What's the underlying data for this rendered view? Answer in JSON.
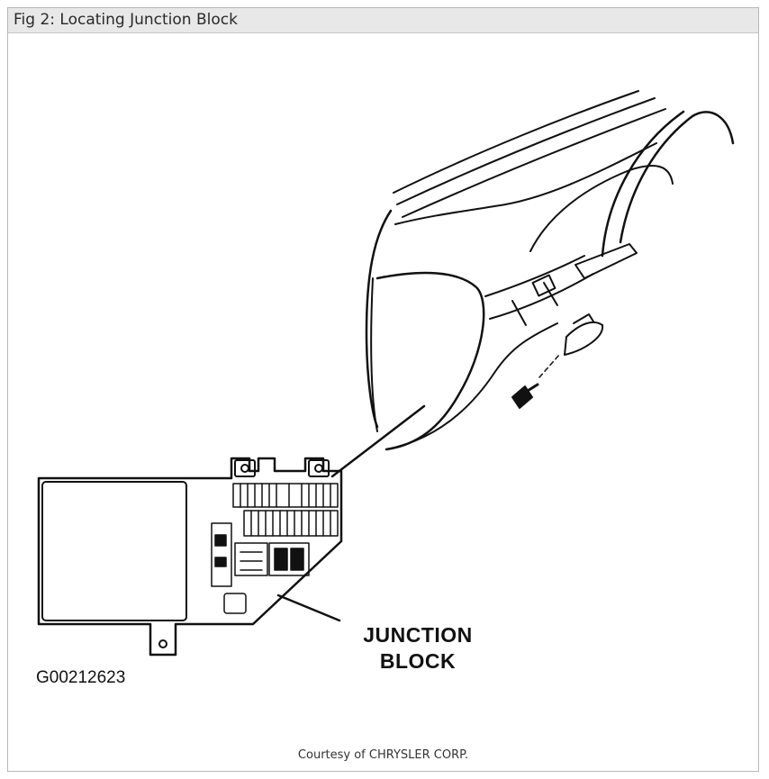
{
  "figure": {
    "title": "Fig 2: Locating Junction Block",
    "id_label": "G00212623",
    "callout": {
      "line1": "JUNCTION",
      "line2": "BLOCK"
    },
    "courtesy": "Courtesy of CHRYSLER CORP."
  },
  "colors": {
    "line": "#111111",
    "title_bar": "#e8e8e8",
    "frame_border": "#b8b8b8"
  }
}
